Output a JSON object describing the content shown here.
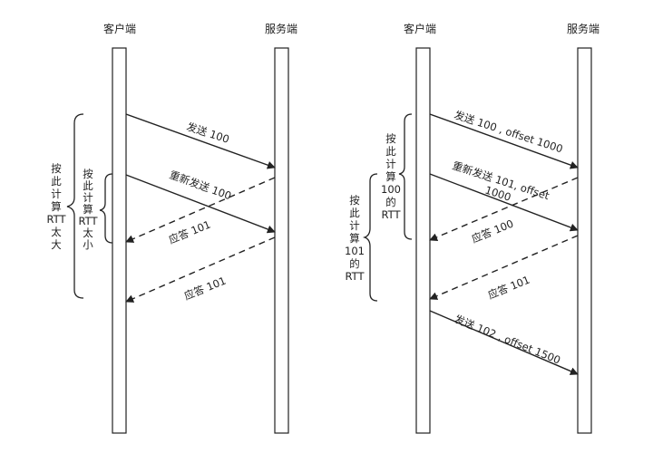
{
  "left": {
    "client": "客户端",
    "server": "服务端",
    "msg_send": "发送 100",
    "msg_resend": "重新发送 100",
    "msg_ack1": "应答 101",
    "msg_ack2": "应答 101",
    "outer_note": [
      "按",
      "此",
      "计",
      "算",
      "RTT",
      "太",
      "大"
    ],
    "inner_note": [
      "按",
      "此",
      "计",
      "算",
      "RTT",
      "太",
      "小"
    ]
  },
  "right": {
    "client": "客户端",
    "server": "服务端",
    "msg_send1": "发送 100 , offset 1000",
    "msg_send2_l1": "重新发送 101, offset",
    "msg_send2_l2": "1000",
    "msg_ack1": "应答 100",
    "msg_ack2": "应答 101",
    "msg_send3": "发送 102 , offset 1500",
    "note_100": [
      "按",
      "此",
      "计",
      "算",
      "100",
      "的",
      "RTT"
    ],
    "note_101": [
      "按",
      "此",
      "计",
      "算",
      "101",
      "的",
      "RTT"
    ]
  },
  "colors": {
    "line": "#222222",
    "bar_fill": "#ffffff"
  }
}
